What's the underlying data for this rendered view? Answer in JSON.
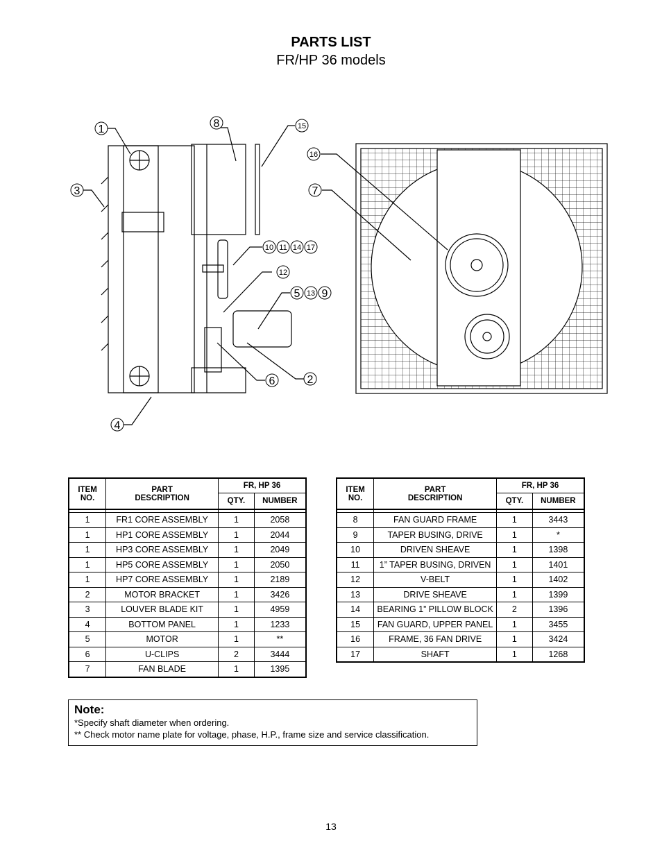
{
  "header": {
    "title": "PARTS LIST",
    "subtitle": "FR/HP 36 models"
  },
  "callouts": {
    "c1": "1",
    "c2": "2",
    "c3": "3",
    "c4": "4",
    "c5": "5",
    "c6": "6",
    "c7": "7",
    "c8": "8",
    "c9": "9",
    "c10": "10",
    "c11": "11",
    "c12": "12",
    "c13": "13",
    "c14": "14",
    "c15": "15",
    "c16": "16",
    "c17": "17"
  },
  "table_headers": {
    "item": "ITEM",
    "no": "NO.",
    "part": "PART",
    "description": "DESCRIPTION",
    "model": "FR, HP 36",
    "qty": "QTY.",
    "number": "NUMBER"
  },
  "parts_left": [
    {
      "item": "1",
      "description": "FR1 CORE ASSEMBLY",
      "qty": "1",
      "number": "2058"
    },
    {
      "item": "1",
      "description": "HP1 CORE ASSEMBLY",
      "qty": "1",
      "number": "2044"
    },
    {
      "item": "1",
      "description": "HP3 CORE ASSEMBLY",
      "qty": "1",
      "number": "2049"
    },
    {
      "item": "1",
      "description": "HP5 CORE ASSEMBLY",
      "qty": "1",
      "number": "2050"
    },
    {
      "item": "1",
      "description": "HP7 CORE ASSEMBLY",
      "qty": "1",
      "number": "2189"
    },
    {
      "item": "2",
      "description": "MOTOR BRACKET",
      "qty": "1",
      "number": "3426"
    },
    {
      "item": "3",
      "description": "LOUVER BLADE KIT",
      "qty": "1",
      "number": "4959"
    },
    {
      "item": "4",
      "description": "BOTTOM PANEL",
      "qty": "1",
      "number": "1233"
    },
    {
      "item": "5",
      "description": "MOTOR",
      "qty": "1",
      "number": "**"
    },
    {
      "item": "6",
      "description": "U-CLIPS",
      "qty": "2",
      "number": "3444"
    },
    {
      "item": "7",
      "description": "FAN BLADE",
      "qty": "1",
      "number": "1395"
    }
  ],
  "parts_right": [
    {
      "item": "8",
      "description": "FAN GUARD FRAME",
      "qty": "1",
      "number": "3443"
    },
    {
      "item": "9",
      "description": "TAPER BUSING, DRIVE",
      "qty": "1",
      "number": "*"
    },
    {
      "item": "10",
      "description": "DRIVEN SHEAVE",
      "qty": "1",
      "number": "1398"
    },
    {
      "item": "11",
      "description": "1” TAPER BUSING, DRIVEN",
      "qty": "1",
      "number": "1401"
    },
    {
      "item": "12",
      "description": "V-BELT",
      "qty": "1",
      "number": "1402"
    },
    {
      "item": "13",
      "description": "DRIVE SHEAVE",
      "qty": "1",
      "number": "1399"
    },
    {
      "item": "14",
      "description": "BEARING 1” PILLOW BLOCK",
      "qty": "2",
      "number": "1396"
    },
    {
      "item": "15",
      "description": "FAN GUARD, UPPER PANEL",
      "qty": "1",
      "number": "3455"
    },
    {
      "item": "16",
      "description": "FRAME, 36 FAN DRIVE",
      "qty": "1",
      "number": "3424"
    },
    {
      "item": "17",
      "description": "SHAFT",
      "qty": "1",
      "number": "1268"
    }
  ],
  "note": {
    "title": "Note:",
    "line1": "*Specify shaft diameter when ordering.",
    "line2": "** Check motor name plate for voltage, phase, H.P., frame size and service classification."
  },
  "footer": {
    "page_number": "13"
  }
}
